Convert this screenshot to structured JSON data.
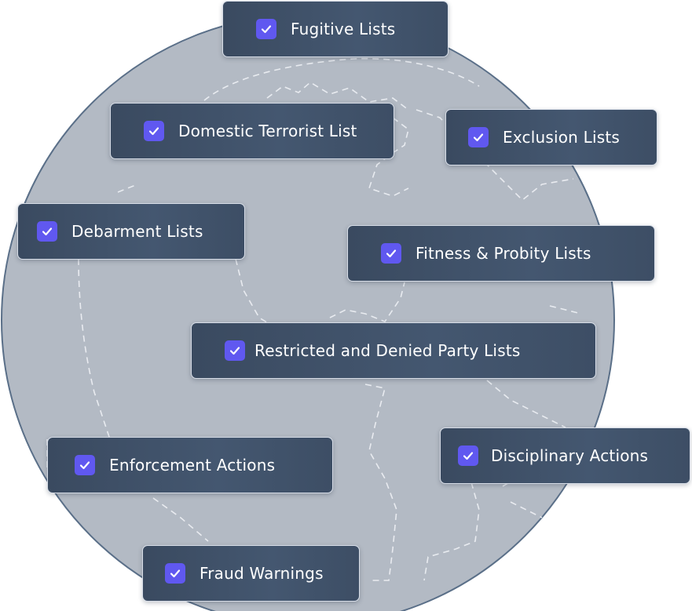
{
  "colors": {
    "globe_fill": "#b3bac4",
    "globe_stroke": "#5a6f88",
    "chip_bg": "#3f5068",
    "chip_border": "#d8dee8",
    "checkbox": "#6058f0",
    "text": "#ffffff"
  },
  "icons": {
    "checkbox": "check-icon",
    "background": "globe-map"
  },
  "lists": [
    {
      "id": "fugitive",
      "label": "Fugitive Lists"
    },
    {
      "id": "domestic-terrorist",
      "label": "Domestic Terrorist List"
    },
    {
      "id": "exclusion",
      "label": "Exclusion Lists"
    },
    {
      "id": "debarment",
      "label": "Debarment Lists"
    },
    {
      "id": "fitness-probity",
      "label": "Fitness & Probity Lists"
    },
    {
      "id": "restricted-denied",
      "label": "Restricted and Denied Party Lists"
    },
    {
      "id": "enforcement",
      "label": "Enforcement Actions"
    },
    {
      "id": "disciplinary",
      "label": "Disciplinary Actions"
    },
    {
      "id": "fraud",
      "label": "Fraud Warnings"
    }
  ]
}
